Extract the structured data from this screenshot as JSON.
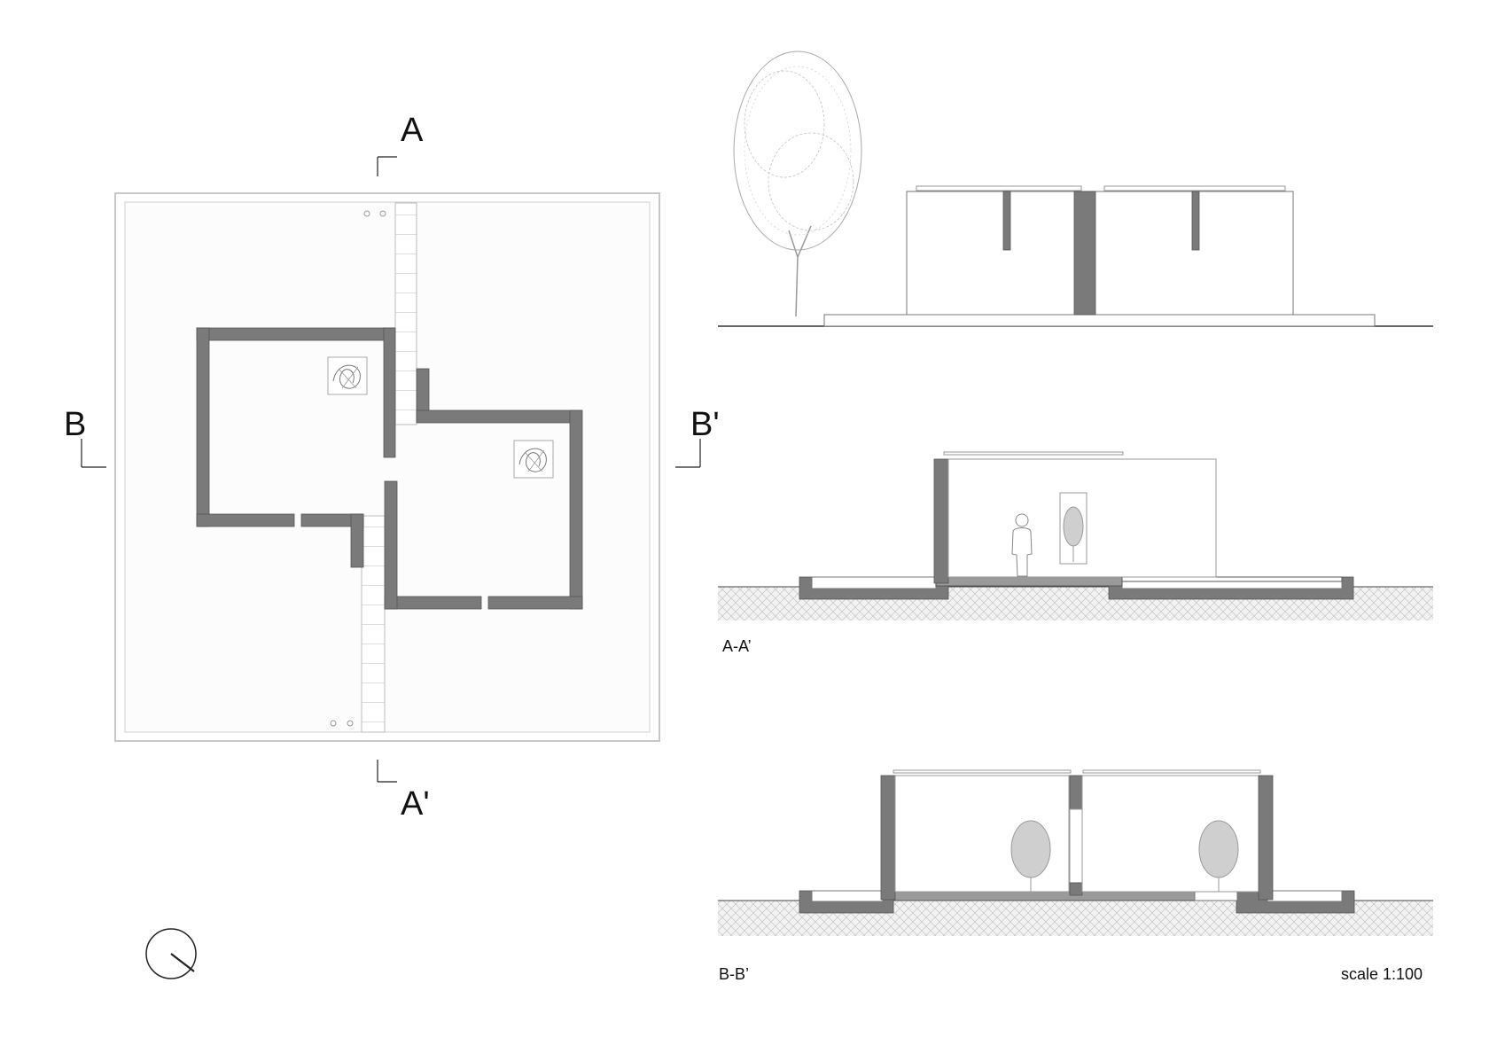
{
  "section_marks": {
    "a": "A",
    "a_prime": "A'",
    "b": "B",
    "b_prime": "B'"
  },
  "drawings": {
    "section_aa": "A-A’",
    "section_bb": "B-B’",
    "scale": "scale 1:100"
  },
  "colors": {
    "wall": "#7a7a7a",
    "line": "#888888",
    "ink": "#222222",
    "background": "#ffffff"
  },
  "icons": [
    "north-arrow-icon",
    "tree-icon",
    "person-figure-icon",
    "artwork-icon"
  ]
}
